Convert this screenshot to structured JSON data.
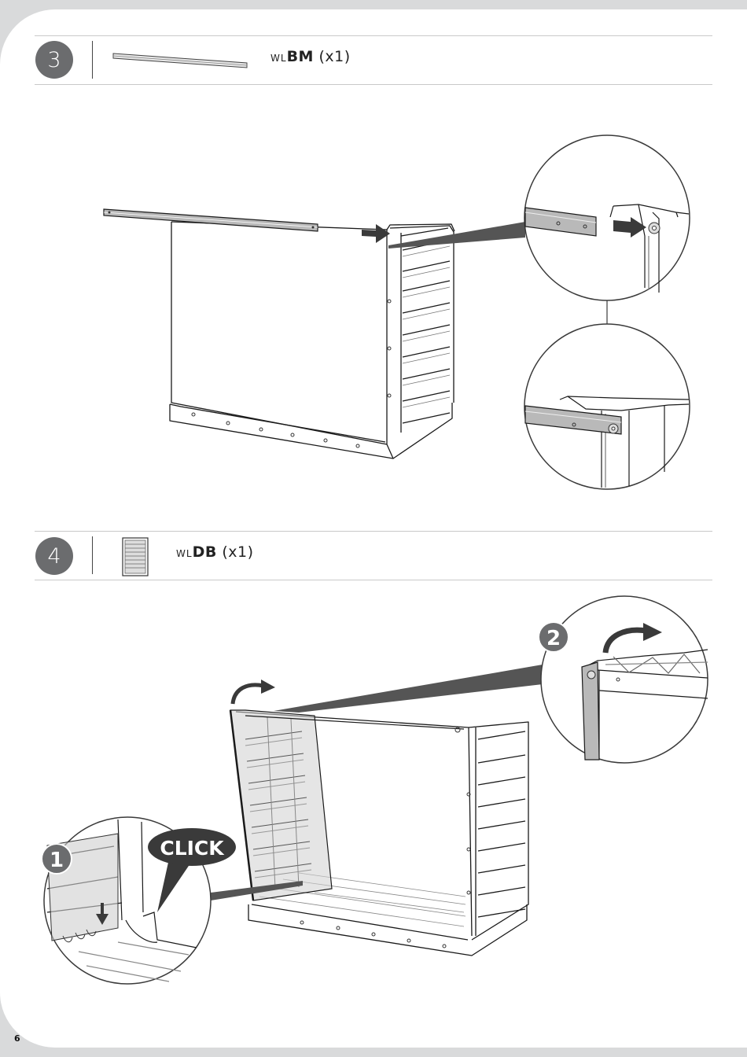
{
  "steps": [
    {
      "number": "3",
      "part_prefix": "WL",
      "part_code": "BM",
      "part_qty": "(x1)"
    },
    {
      "number": "4",
      "part_prefix": "WL",
      "part_code": "DB",
      "part_qty": "(x1)"
    }
  ],
  "callouts": {
    "badge_1": "1",
    "badge_2": "2",
    "click_label": "CLICK"
  },
  "page_number": "6",
  "colors": {
    "step_circle": "#6b6c6e",
    "arrow": "#3a3a3a",
    "part_fill": "#b9b9b9"
  }
}
